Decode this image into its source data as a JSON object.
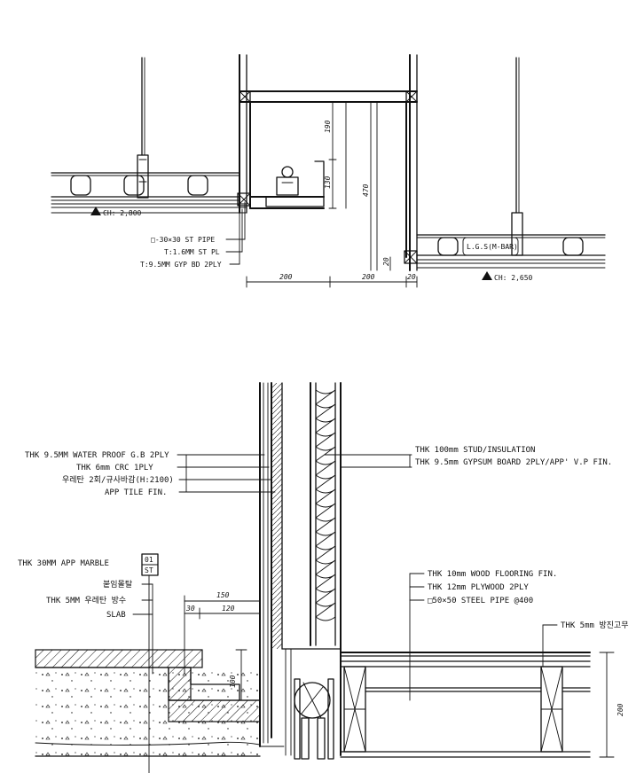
{
  "top_section": {
    "ch_left": "CH: 2,800",
    "ch_right": "CH: 2,650",
    "lgs_label": "L.G.S(M-BAR)",
    "labels": [
      "□-30×30 ST PIPE",
      "T:1.6MM ST PL",
      "T:9.5MM GYP BD 2PLY"
    ],
    "dims_vertical": [
      "190",
      "130",
      "470",
      "20"
    ],
    "dims_horizontal": [
      "200",
      "200",
      "20"
    ]
  },
  "bottom_section": {
    "left_wall_labels": [
      "THK 9.5MM WATER PROOF G.B 2PLY",
      "THK 6mm CRC 1PLY",
      "우레탄 2회/규사바감(H:2100)",
      "APP TILE FIN."
    ],
    "right_wall_labels": [
      "THK 100mm STUD/INSULATION",
      "THK 9.5mm GYPSUM BOARD 2PLY/APP' V.P FIN."
    ],
    "marble_label": "THK 30MM APP MARBLE",
    "marble_tag_top": "01",
    "marble_tag_bottom": "ST",
    "floor_left_labels": [
      "붙임몰탈",
      "THK 5MM 우레탄 방수",
      "SLAB"
    ],
    "floor_right_labels": [
      "THK 10mm WOOD FLOORING FIN.",
      "THK 12mm PLYWOOD 2PLY",
      "□50×50 STEEL PIPE @400"
    ],
    "rubber_label": "THK 5mm 방진고무",
    "dims": [
      "150",
      "30",
      "120",
      "100",
      "200"
    ]
  }
}
